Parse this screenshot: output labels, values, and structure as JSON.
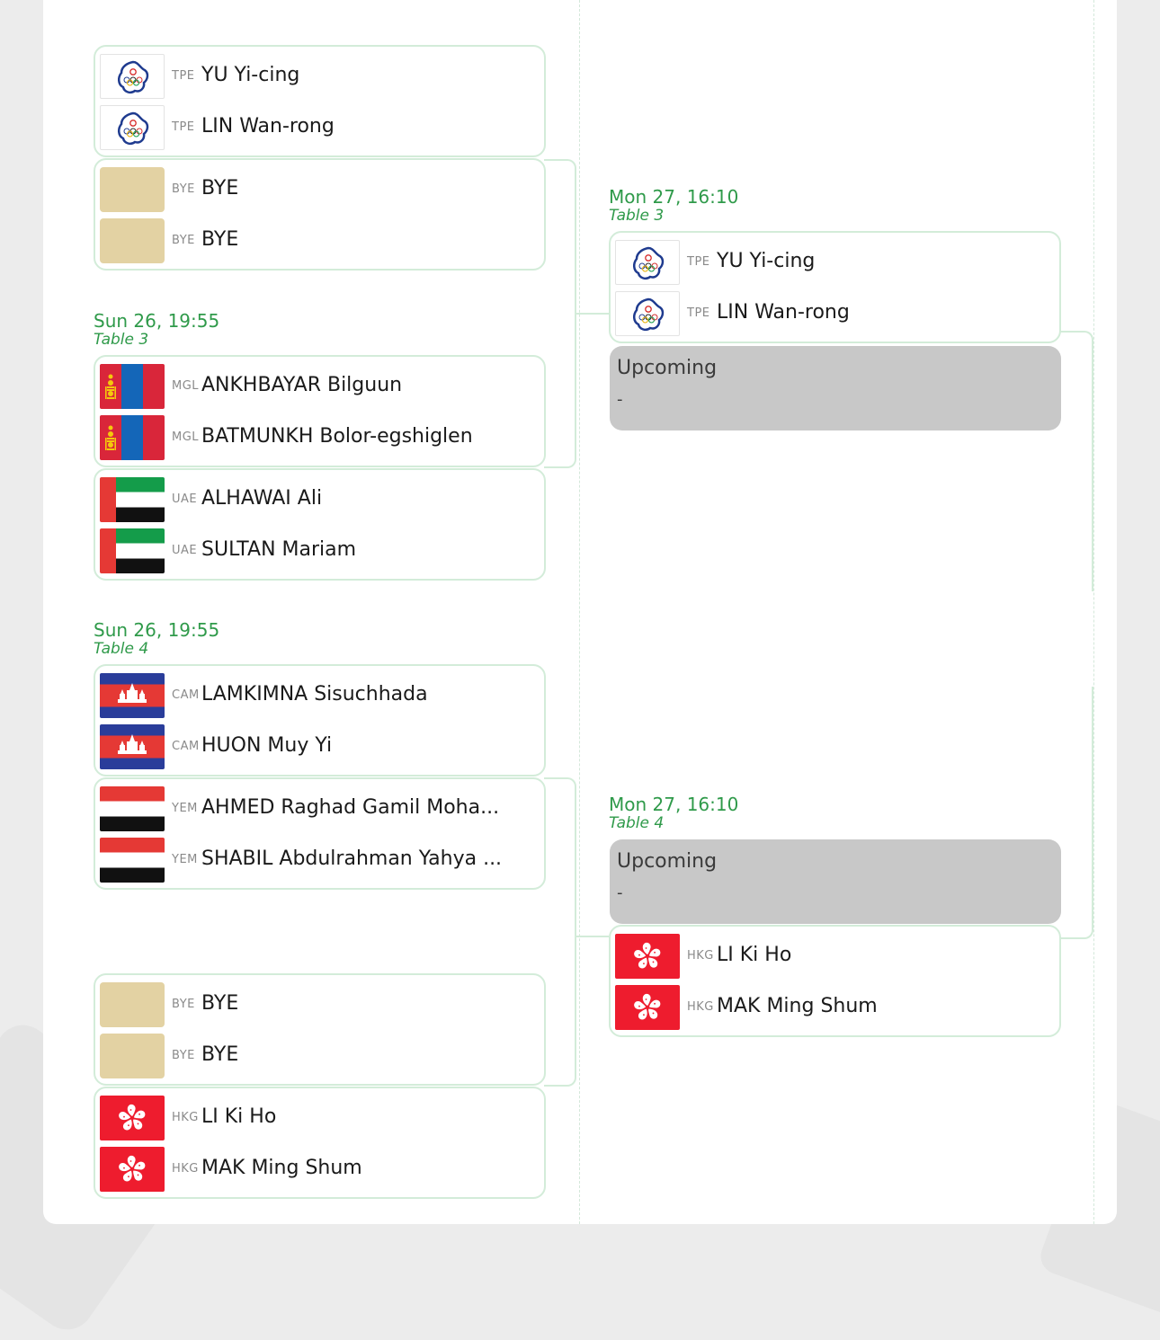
{
  "bracket": {
    "round1": [
      {
        "time": "",
        "table": "",
        "pairs": [
          {
            "players": [
              {
                "code": "TPE",
                "name": "YU Yi-cing",
                "flag": "tpe-flag"
              },
              {
                "code": "TPE",
                "name": "LIN Wan-rong",
                "flag": "tpe-flag"
              }
            ]
          },
          {
            "players": [
              {
                "code": "BYE",
                "name": "BYE",
                "flag": "bye-placeholder"
              },
              {
                "code": "BYE",
                "name": "BYE",
                "flag": "bye-placeholder"
              }
            ]
          }
        ]
      },
      {
        "time": "Sun 26, 19:55",
        "table": "Table 3",
        "pairs": [
          {
            "players": [
              {
                "code": "MGL",
                "name": "ANKHBAYAR Bilguun",
                "flag": "mgl-flag"
              },
              {
                "code": "MGL",
                "name": "BATMUNKH Bolor-egshiglen",
                "flag": "mgl-flag"
              }
            ]
          },
          {
            "players": [
              {
                "code": "UAE",
                "name": "ALHAWAI Ali",
                "flag": "uae-flag"
              },
              {
                "code": "UAE",
                "name": "SULTAN Mariam",
                "flag": "uae-flag"
              }
            ]
          }
        ]
      },
      {
        "time": "Sun 26, 19:55",
        "table": "Table 4",
        "pairs": [
          {
            "players": [
              {
                "code": "CAM",
                "name": "LAMKIMNA Sisuchhada",
                "flag": "cam-flag"
              },
              {
                "code": "CAM",
                "name": "HUON Muy Yi",
                "flag": "cam-flag"
              }
            ]
          },
          {
            "players": [
              {
                "code": "YEM",
                "name": "AHMED Raghad Gamil Moha...",
                "flag": "yem-flag"
              },
              {
                "code": "YEM",
                "name": "SHABIL Abdulrahman Yahya ...",
                "flag": "yem-flag"
              }
            ]
          }
        ]
      },
      {
        "time": "",
        "table": "",
        "pairs": [
          {
            "players": [
              {
                "code": "BYE",
                "name": "BYE",
                "flag": "bye-placeholder"
              },
              {
                "code": "BYE",
                "name": "BYE",
                "flag": "bye-placeholder"
              }
            ]
          },
          {
            "players": [
              {
                "code": "HKG",
                "name": "LI Ki Ho",
                "flag": "hkg-flag"
              },
              {
                "code": "HKG",
                "name": "MAK Ming Shum",
                "flag": "hkg-flag"
              }
            ]
          }
        ]
      }
    ],
    "round2": [
      {
        "time": "Mon 27, 16:10",
        "table": "Table 3",
        "pair": {
          "players": [
            {
              "code": "TPE",
              "name": "YU Yi-cing",
              "flag": "tpe-flag"
            },
            {
              "code": "TPE",
              "name": "LIN Wan-rong",
              "flag": "tpe-flag"
            }
          ]
        },
        "upcoming": {
          "status": "Upcoming",
          "score": "-"
        }
      },
      {
        "time": "Mon 27, 16:10",
        "table": "Table 4",
        "upcoming": {
          "status": "Upcoming",
          "score": "-"
        },
        "pair": {
          "players": [
            {
              "code": "HKG",
              "name": "LI Ki Ho",
              "flag": "hkg-flag"
            },
            {
              "code": "HKG",
              "name": "MAK Ming Shum",
              "flag": "hkg-flag"
            }
          ]
        }
      }
    ]
  },
  "colors": {
    "accent_green": "#2f9a4a",
    "box_border": "#d3ecd9",
    "upcoming_bg": "#c8c8c8",
    "bye_placeholder": "#e3d2a3"
  }
}
